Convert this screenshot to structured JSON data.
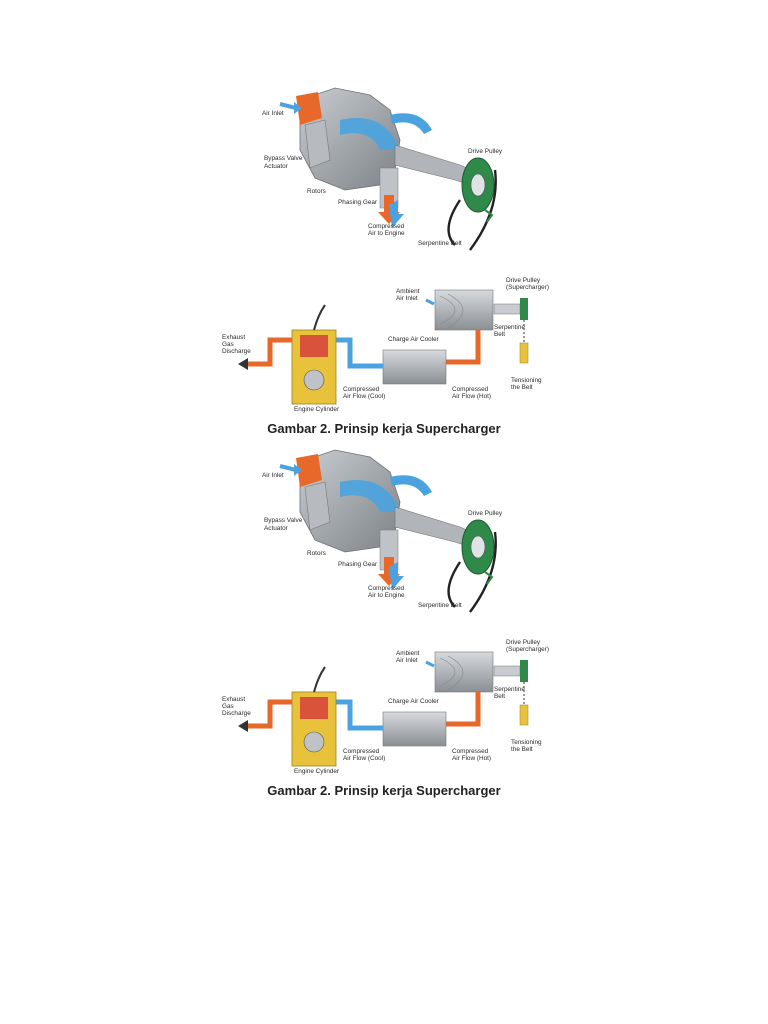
{
  "figures": [
    {
      "supercharger_labels": {
        "air_inlet": "Air Inlet",
        "bypass_valve_1": "Bypass Valve",
        "bypass_valve_2": "Actuator",
        "rotors": "Rotors",
        "phasing_gear": "Phasing Gear",
        "compressed_1": "Compressed",
        "compressed_2": "Air to Engine",
        "drive_pulley": "Drive Pulley",
        "serpentine_belt": "Serpentine Belt"
      },
      "system_labels": {
        "ambient_1": "Ambient",
        "ambient_2": "Air Inlet",
        "drive_pulley_1": "Drive Pulley",
        "drive_pulley_2": "(Supercharger)",
        "serpentine_1": "Serpentine",
        "serpentine_2": "Belt",
        "charge_air_cooler": "Charge Air Cooler",
        "exhaust_1": "Exhaust",
        "exhaust_2": "Gas",
        "exhaust_3": "Discharge",
        "compressed_cool_1": "Compressed",
        "compressed_cool_2": "Air Flow (Cool)",
        "compressed_hot_1": "Compressed",
        "compressed_hot_2": "Air Flow (Hot)",
        "tensioning_1": "Tensioning",
        "tensioning_2": "the Belt",
        "engine_cylinder": "Engine Cylinder"
      },
      "caption": "Gambar 2. Prinsip kerja Supercharger"
    },
    {
      "supercharger_labels": {
        "air_inlet": "Air Inlet",
        "bypass_valve_1": "Bypass Valve",
        "bypass_valve_2": "Actuator",
        "rotors": "Rotors",
        "phasing_gear": "Phasing Gear",
        "compressed_1": "Compressed",
        "compressed_2": "Air to Engine",
        "drive_pulley": "Drive Pulley",
        "serpentine_belt": "Serpentine Belt"
      },
      "system_labels": {
        "ambient_1": "Ambient",
        "ambient_2": "Air Inlet",
        "drive_pulley_1": "Drive Pulley",
        "drive_pulley_2": "(Supercharger)",
        "serpentine_1": "Serpentine",
        "serpentine_2": "Belt",
        "charge_air_cooler": "Charge Air Cooler",
        "exhaust_1": "Exhaust",
        "exhaust_2": "Gas",
        "exhaust_3": "Discharge",
        "compressed_cool_1": "Compressed",
        "compressed_cool_2": "Air Flow (Cool)",
        "compressed_hot_1": "Compressed",
        "compressed_hot_2": "Air Flow (Hot)",
        "tensioning_1": "Tensioning",
        "tensioning_2": "the Belt",
        "engine_cylinder": "Engine Cylinder"
      },
      "caption": "Gambar 2. Prinsip kerja Supercharger"
    }
  ],
  "colors": {
    "hot_orange": "#e8682a",
    "cool_blue": "#4aa3e0",
    "housing_gray": "#9ea3a8",
    "pulley_green": "#2f8a4a",
    "engine_yellow": "#e8c23a",
    "piston_red": "#d9533a"
  }
}
